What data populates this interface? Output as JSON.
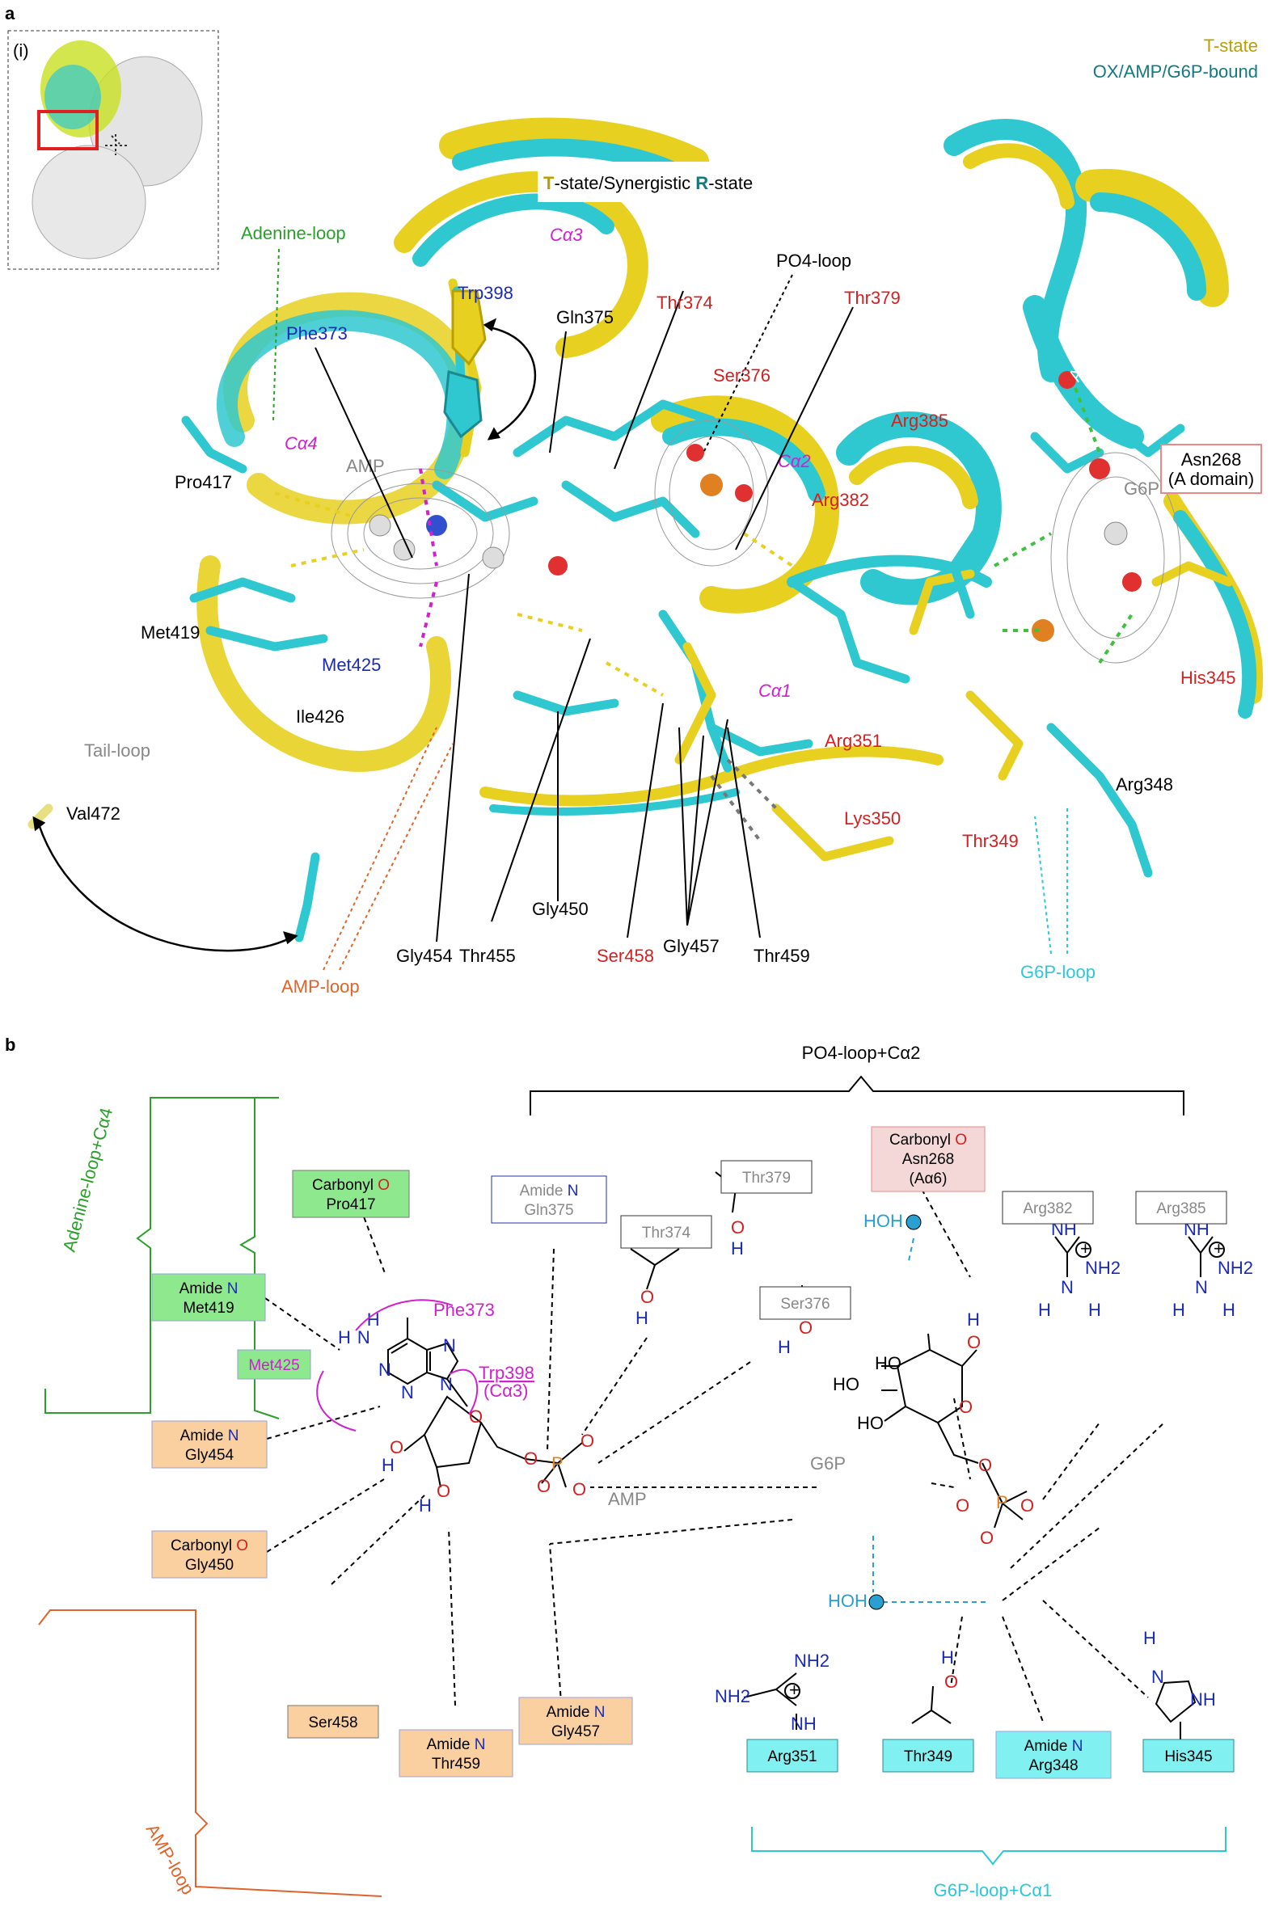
{
  "panel_a": {
    "letter": "a",
    "legend": {
      "t_state": "T-state",
      "ox_bound": "OX/AMP/G6P-bound"
    },
    "inset_label": "(i)",
    "state_banner": {
      "t": "T",
      "mid": "-state/Synergistic ",
      "r": "R",
      "tail": "-state"
    },
    "helix_labels": [
      "Cα3",
      "Cα4",
      "Cα2",
      "Cα1"
    ],
    "alpha6": "Aα6",
    "ligands": {
      "amp": "AMP",
      "g6p": "G6P"
    },
    "loops": {
      "adenine": "Adenine-loop",
      "po4": "PO4-loop",
      "tail": "Tail-loop",
      "amp": "AMP-loop",
      "g6p": "G6P-loop"
    },
    "asn_box": {
      "line1": "Asn268",
      "line2": "(A domain)"
    },
    "residues": {
      "trp398": "Trp398",
      "phe373": "Phe373",
      "gln375": "Gln375",
      "thr374": "Thr374",
      "thr379": "Thr379",
      "ser376": "Ser376",
      "arg385": "Arg385",
      "arg382": "Arg382",
      "pro417": "Pro417",
      "met419": "Met419",
      "met425": "Met425",
      "ile426": "Ile426",
      "val472": "Val472",
      "gly454": "Gly454",
      "thr455": "Thr455",
      "gly450": "Gly450",
      "ser458": "Ser458",
      "gly457": "Gly457",
      "thr459": "Thr459",
      "arg351": "Arg351",
      "lys350": "Lys350",
      "thr349": "Thr349",
      "arg348": "Arg348",
      "his345": "His345"
    },
    "colors": {
      "t_state": "#e8d020",
      "r_state": "#30c8d0",
      "label_red": "#d42020",
      "label_blue": "#1a2bb8"
    }
  },
  "panel_b": {
    "letter": "b",
    "brackets": {
      "po4": "PO4-loop+Cα2",
      "adenine": "Adenine-loop+Cα4",
      "amp": "AMP-loop",
      "g6p": "G6P-loop+Cα1"
    },
    "boxes": {
      "pro417": {
        "l1a": "Carbonyl ",
        "l1b": "O",
        "l2": "Pro417"
      },
      "met419": {
        "l1a": "Amide ",
        "l1b": "N",
        "l2": "Met419"
      },
      "met425": {
        "l1": "Met425"
      },
      "gly454": {
        "l1a": "Amide ",
        "l1b": "N",
        "l2": "Gly454"
      },
      "gly450": {
        "l1a": "Carbonyl ",
        "l1b": "O",
        "l2": "Gly450"
      },
      "ser458": {
        "l1": "Ser458"
      },
      "thr459": {
        "l1a": "Amide ",
        "l1b": "N",
        "l2": "Thr459"
      },
      "gly457": {
        "l1a": "Amide ",
        "l1b": "N",
        "l2": "Gly457"
      },
      "gln375": {
        "l1a": "Amide ",
        "l1b": "N",
        "l2": "Gln375"
      },
      "thr374": {
        "l1": "Thr374"
      },
      "thr379": {
        "l1": "Thr379"
      },
      "ser376": {
        "l1": "Ser376"
      },
      "asn268": {
        "l1a": "Carbonyl ",
        "l1b": "O",
        "l2": "Asn268",
        "l3": "(Aα6)"
      },
      "arg382": {
        "l1": "Arg382"
      },
      "arg385": {
        "l1": "Arg385"
      },
      "arg351": {
        "l1": "Arg351"
      },
      "thr349": {
        "l1": "Thr349"
      },
      "arg348": {
        "l1a": "Amide ",
        "l1b": "N",
        "l2": "Arg348"
      },
      "his345": {
        "l1": "His345"
      }
    },
    "labels": {
      "phe373": "Phe373",
      "trp398": "Trp398",
      "c_alpha3": "(Cα3)",
      "amp": "AMP",
      "g6p": "G6P",
      "hoh": "HOH",
      "ho": "HO",
      "nh2": "NH2",
      "nh": "NH"
    },
    "colors": {
      "green_box": "#8ee88e",
      "orange_box": "#fbd0a0",
      "cyan_box": "#80f0f0",
      "pink_box": "#f4d8d8",
      "water": "#2aa0d0"
    }
  }
}
